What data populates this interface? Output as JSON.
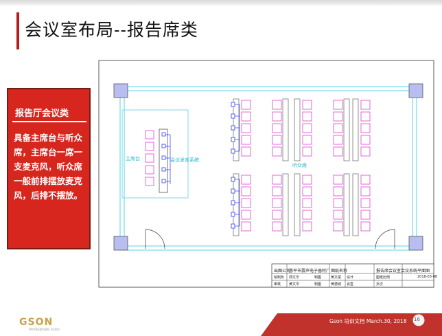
{
  "slide": {
    "title": "会议室布局--报告席类",
    "left_panel": {
      "heading": "报告厅会议类",
      "body": "具备主席台与听众席，主席台一席一支麦克风，听众席一般前排摆放麦克风，后排不摆放。"
    }
  },
  "diagram": {
    "labels": {
      "podium": "主席台",
      "system": "会议发言系统",
      "audience": "听众席"
    },
    "title_block": {
      "company": "出图公司",
      "factory": "惠平市震声电子器材厂",
      "drawing_name_label": "图纸名称",
      "drawing_name": "报告席会议室会议系统平面图",
      "r2": [
        "绘制负",
        "郭文华",
        "制图",
        "黄文斌",
        "设计",
        "",
        "图纸比例",
        "",
        "2018-03-08"
      ],
      "r3": [
        "审核",
        "黄文华",
        "制图",
        "黄德城",
        "会签",
        "",
        "页次",
        ""
      ]
    }
  },
  "footer": {
    "logo": "GSON",
    "logo_sub": "PROFESSIONAL AUDIO",
    "doc": "Gson 培训文档  March.30, 2018",
    "page": "16"
  },
  "colors": {
    "accent_red": "#d7261e",
    "footer_red": "#c0322b",
    "cyan": "#57d3e6",
    "magenta": "#e040d0",
    "blue": "#2a3cff"
  }
}
